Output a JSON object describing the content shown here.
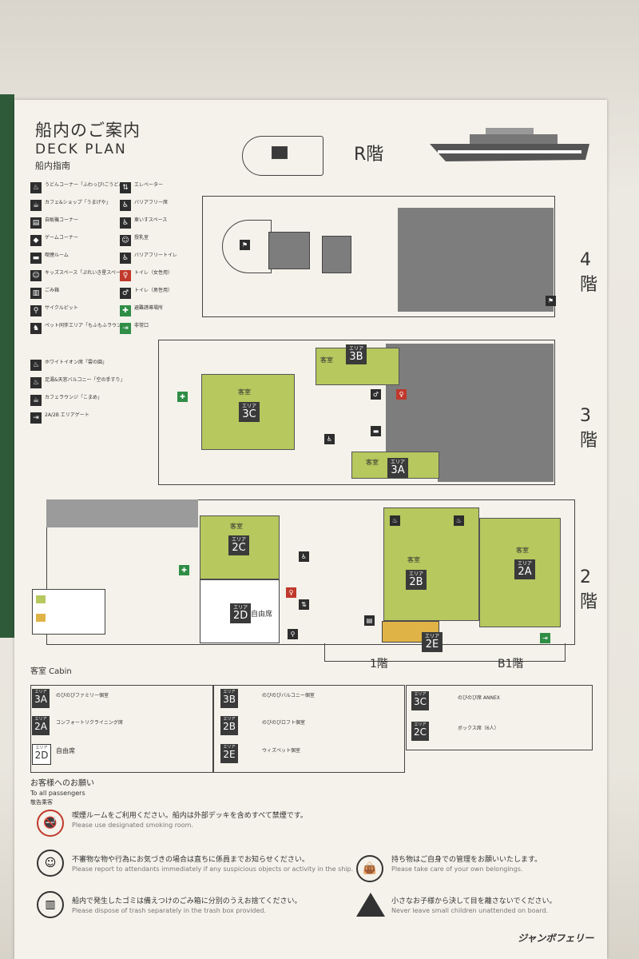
{
  "header": {
    "title_jp": "船内のご案内",
    "title_en": "DECK PLAN",
    "title_cn": "船内指南"
  },
  "legend": [
    {
      "icon": "food-icon",
      "label": "うどんコーナー「ふわっぴ!ごうどん」"
    },
    {
      "icon": "cafe-icon",
      "label": "カフェ&ショップ「うまげや」"
    },
    {
      "icon": "vending-icon",
      "label": "自販機コーナー"
    },
    {
      "icon": "game-icon",
      "label": "ゲームコーナー"
    },
    {
      "icon": "smoking-icon",
      "label": "喫煙ルーム"
    },
    {
      "icon": "kids-icon",
      "label": "キッズスペース「ぷれいき星スペース」"
    },
    {
      "icon": "trash-icon",
      "label": "ごみ箱"
    },
    {
      "icon": "bicycle-icon",
      "label": "サイクルピット"
    },
    {
      "icon": "pet-icon",
      "label": "ペット同伴エリア「もふもふラウンジ」"
    },
    {
      "icon": "elevator-icon",
      "label": "エレベーター"
    },
    {
      "icon": "barrier-free-icon",
      "label": "バリアフリー席"
    },
    {
      "icon": "wheelchair-icon",
      "label": "車いすスペース"
    },
    {
      "icon": "nursing-icon",
      "label": "授乳室"
    },
    {
      "icon": "accessible-toilet-icon",
      "label": "バリアフリートイレ"
    },
    {
      "icon": "womens-toilet-icon",
      "label": "トイレ（女性用）"
    },
    {
      "icon": "mens-toilet-icon",
      "label": "トイレ（男性用）"
    },
    {
      "icon": "muster-icon",
      "label": "避難誘導場所"
    },
    {
      "icon": "exit-icon",
      "label": "非常口"
    },
    {
      "icon": "massage-chair-icon",
      "label": "ホワイトイオン席「雲の園」"
    },
    {
      "icon": "footbath-icon",
      "label": "足湯&天窓バルコニー「空の手すり」"
    },
    {
      "icon": "lounge-icon",
      "label": "カフェラウンジ「こまめ」"
    },
    {
      "icon": "area-gate-icon",
      "label": "2A/2B エリアゲート"
    }
  ],
  "floors": {
    "r": "R階",
    "f4": "4階",
    "f3": "3階",
    "f2": "2階",
    "f1": "1階",
    "b1": "B1階"
  },
  "map_labels": {
    "cabin_jp": "客室",
    "cabin_en": "Cabin",
    "c3c": "3C",
    "c3b": "3B",
    "c3a": "3A",
    "c2a": "2A",
    "c2b": "2B",
    "c2c": "2C",
    "c2d": "2D",
    "c2e": "2E",
    "area": "エリア",
    "free_seat": "自由席",
    "company": "ジャンボフェリー"
  },
  "cabin_table": {
    "heading": "客室 Cabin",
    "rows": [
      {
        "code": "3A",
        "text": "のびのびファミリー個室"
      },
      {
        "code": "2A",
        "text": "コンフォートリクライニング席"
      },
      {
        "code": "2D",
        "text": "自由席"
      },
      {
        "code": "3B",
        "text": "のびのびバルコニー個室"
      },
      {
        "code": "2B",
        "text": "のびのびロフト個室"
      },
      {
        "code": "2E",
        "text": "ウィズペット個室"
      },
      {
        "code": "3C",
        "text": "のびのび席 ANNEX"
      },
      {
        "code": "2C",
        "text": "ボックス席（6人）"
      }
    ]
  },
  "notices": {
    "heading_jp": "お客様へのお願い",
    "heading_en": "To all passengers",
    "heading_cn": "敬告乘客",
    "items": [
      {
        "jp": "喫煙ルームをご利用ください。船内は外部デッキを含めすべて禁煙です。",
        "en": "Please use designated smoking room."
      },
      {
        "jp": "不審物な物や行為にお気づきの場合は直ちに係員までお知らせください。",
        "en": "Please report to attendants immediately if any suspicious objects or activity in the ship."
      },
      {
        "jp": "船内で発生したゴミは備えつけのごみ箱に分別のうえお捨てください。",
        "en": "Please dispose of trash separately in the trash box provided."
      },
      {
        "jp": "持ち物はご自身での管理をお願いいたします。",
        "en": "Please take care of your own belongings."
      },
      {
        "jp": "小さなお子様から決して目を離さないでください。",
        "en": "Never leave small children unattended on board."
      }
    ]
  }
}
